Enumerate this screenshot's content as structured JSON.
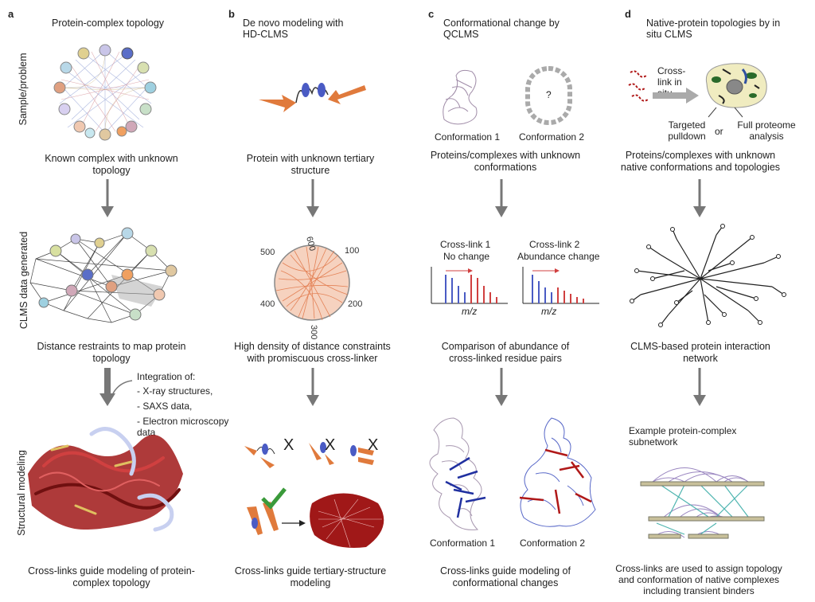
{
  "panels": {
    "a": {
      "letter": "a",
      "title": "Protein-complex topology",
      "cap1": "Known complex with unknown topology",
      "cap2": "Distance restraints to map protein topology",
      "integration": {
        "title": "Integration of:",
        "items": [
          "- X-ray structures,",
          "- SAXS data,",
          "- Electron microscopy data"
        ]
      },
      "cap3": "Cross-links guide modeling of protein-complex topology"
    },
    "b": {
      "letter": "b",
      "title": "De novo modeling with HD-CLMS",
      "cap1": "Protein with unknown tertiary structure",
      "circos_ticks": [
        "600",
        "100",
        "200",
        "300",
        "400",
        "500"
      ],
      "cap2": "High density of distance constraints with promiscuous cross-linker",
      "x_mark": "X",
      "cap3": "Cross-links guide tertiary-structure modeling"
    },
    "c": {
      "letter": "c",
      "title": "Conformational change by QCLMS",
      "conf1": "Conformation 1",
      "conf2": "Conformation 2",
      "question": "?",
      "cap1": "Proteins/complexes with unknown conformations",
      "xl1_title": "Cross-link 1",
      "xl1_sub": "No change",
      "xl2_title": "Cross-link 2",
      "xl2_sub": "Abundance change",
      "mz": "m/z",
      "cap2": "Comparison of abundance of cross-linked residue pairs",
      "conf1b": "Conformation 1",
      "conf2b": "Conformation 2",
      "cap3": "Cross-links guide modeling of conformational changes"
    },
    "d": {
      "letter": "d",
      "title": "Native-protein topologies by in situ CLMS",
      "crosslink": "Cross-link in situ",
      "targeted": "Targeted pulldown",
      "or": "or",
      "full": "Full proteome analysis",
      "cap1": "Proteins/complexes with unknown native conformations and topologies",
      "cap2": "CLMS-based protein interaction network",
      "example": "Example protein-complex subnetwork",
      "cap3": "Cross-links are used to assign topology and conformation of native complexes including transient binders"
    }
  },
  "row_labels": [
    "Sample/problem",
    "CLMS data generated",
    "Structural  modeling"
  ],
  "colors": {
    "arrow": "#777777",
    "orange": "#e07a3c",
    "blue": "#4a5bc4",
    "red": "#b01818",
    "lilac": "#b8a6c6",
    "teal": "#4fb5b0"
  }
}
